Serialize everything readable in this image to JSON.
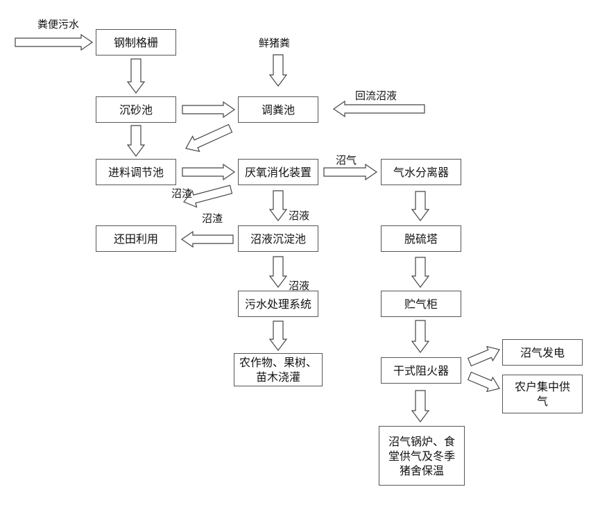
{
  "nodes": {
    "grate": "钢制格栅",
    "grit_chamber": "沉砂池",
    "mix_tank": "调粪池",
    "feed_tank": "进料调节池",
    "anaerobic": "厌氧消化装置",
    "separator": "气水分离器",
    "field_use": "还田利用",
    "sedimentation": "沼液沉淀池",
    "desulfur": "脱硫塔",
    "treatment": "污水处理系统",
    "gas_holder": "贮气柜",
    "crops": "农作物、果树、\n苗木浇灌",
    "flame_arrester": "干式阻火器",
    "power": "沼气发电",
    "household": "农户集中供\n气",
    "boiler": "沼气锅炉、食\n堂供气及冬季\n猪舍保温"
  },
  "labels": {
    "sewage": "粪便污水",
    "fresh_manure": "鲜猪粪",
    "reflux": "回流沼液",
    "biogas": "沼气",
    "residue_1": "沼渣",
    "residue_2": "沼渣",
    "liquid_1": "沼液",
    "liquid_2": "沼液"
  }
}
